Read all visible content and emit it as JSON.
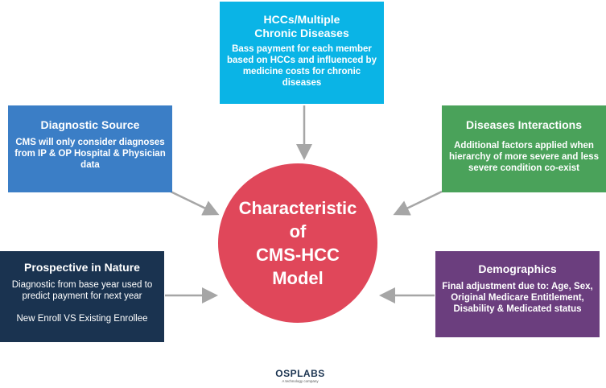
{
  "center": {
    "line1": "Characteristic of",
    "line2": "CMS-HCC",
    "line3": "Model"
  },
  "boxes": {
    "hcc": {
      "title_line1": "HCCs/Multiple",
      "title_line2": "Chronic Diseases",
      "body": "Bass payment for each member based on HCCs and influenced by medicine costs for chronic diseases"
    },
    "diagnostic": {
      "title": "Diagnostic Source",
      "body": "CMS will only consider diagnoses from IP & OP Hospital & Physician data"
    },
    "diseases": {
      "title": "Diseases Interactions",
      "body": "Additional factors applied when hierarchy of more severe and less severe condition co-exist"
    },
    "prospective": {
      "title": "Prospective in Nature",
      "body": "Diagnostic from base year used to predict payment for next year",
      "body2": "New Enroll VS Existing Enrollee"
    },
    "demographics": {
      "title": "Demographics",
      "body": "Final adjustment due to: Age, Sex, Original Medicare Entitlement, Disability & Medicated status"
    }
  },
  "logo": {
    "name": "OSPLABS",
    "tagline": "A technology company"
  },
  "colors": {
    "hcc": "#0ab4e6",
    "diagnostic": "#3b7ec6",
    "diseases": "#4aa25a",
    "prospective": "#1a3350",
    "demographics": "#6b3e7e",
    "center": "#e0475a",
    "arrow": "#a6a6a6"
  }
}
